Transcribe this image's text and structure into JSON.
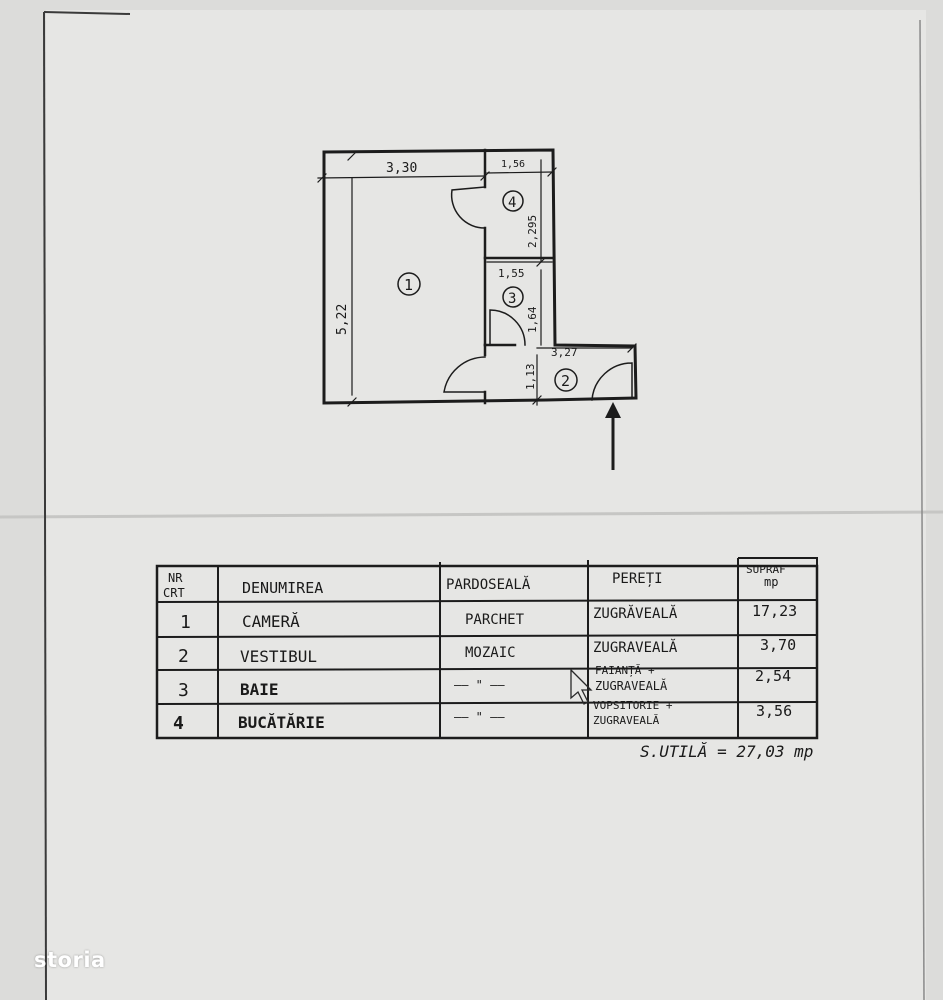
{
  "plan": {
    "dimensions": {
      "room1_width": "3,30",
      "room4_width": "1,56",
      "room4_depth": "2,295",
      "room3_width": "1,55",
      "room3_depth": "1,64",
      "room2_width": "3,27",
      "room2_depth": "1,13",
      "room1_depth": "5,22"
    },
    "room_numbers": [
      "1",
      "2",
      "3",
      "4"
    ]
  },
  "table": {
    "headers": {
      "nr_line1": "NR",
      "nr_line2": "CRT",
      "name": "DENUMIREA",
      "floor": "PARDOSEALĂ",
      "walls": "PEREȚI",
      "area_line1": "SUPRAF",
      "area_line2": "mp"
    },
    "rows": [
      {
        "nr": "1",
        "name": "CAMERĂ",
        "floor": "PARCHET",
        "walls_line1": "ZUGRĂVEALĂ",
        "walls_line2": "",
        "area": "17,23"
      },
      {
        "nr": "2",
        "name": "VESTIBUL",
        "floor": "MOZAIC",
        "walls_line1": "ZUGRAVEALĂ",
        "walls_line2": "",
        "area": "3,70"
      },
      {
        "nr": "3",
        "name": "BAIE",
        "floor": "—— \" ——",
        "walls_line1": "FAIANȚĂ +",
        "walls_line2": "ZUGRAVEALĂ",
        "area": "2,54"
      },
      {
        "nr": "4",
        "name": "BUCĂTĂRIE",
        "floor": "—— \" ——",
        "walls_line1": "VOPSITORIE +",
        "walls_line2": "ZUGRAVEALĂ",
        "area": "3,56"
      }
    ],
    "total": "S.UTILĂ = 27,03 mp"
  },
  "watermark": "storia"
}
